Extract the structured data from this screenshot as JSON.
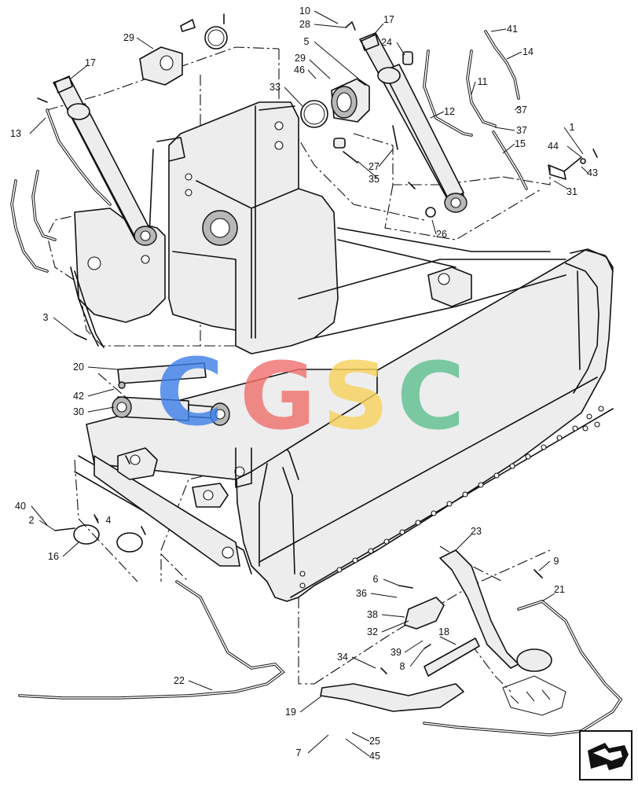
{
  "diagram": {
    "watermark": {
      "letters": [
        "C",
        "G",
        "S",
        "C"
      ],
      "colors": [
        "#3d7ee8",
        "#ef6f6c",
        "#f8d25a",
        "#5ebf8f"
      ]
    },
    "callouts": [
      "1",
      "2",
      "3",
      "4",
      "5",
      "6",
      "7",
      "8",
      "9",
      "10",
      "11",
      "12",
      "13",
      "14",
      "15",
      "16",
      "17",
      "17",
      "18",
      "19",
      "20",
      "21",
      "22",
      "23",
      "24",
      "25",
      "26",
      "27",
      "28",
      "29",
      "29",
      "30",
      "31",
      "32",
      "33",
      "34",
      "35",
      "36",
      "37",
      "37",
      "38",
      "39",
      "40",
      "41",
      "42",
      "43",
      "44",
      "45",
      "46"
    ],
    "nav_icon": "arrow-page-icon"
  }
}
